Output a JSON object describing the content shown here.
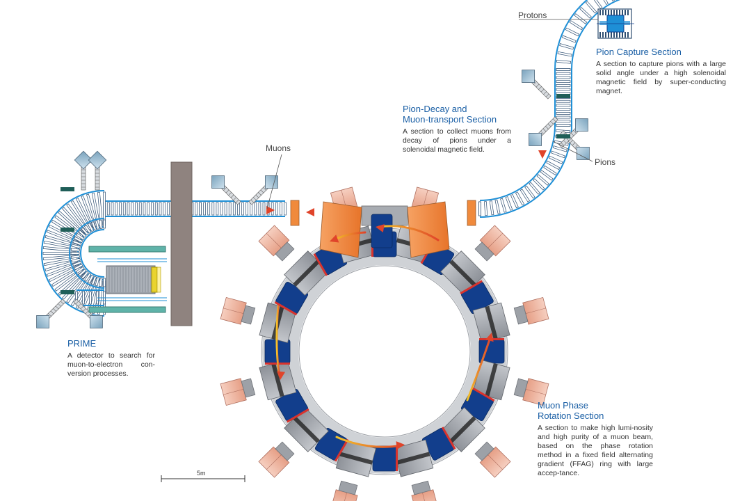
{
  "labels": {
    "protons": "Protons",
    "pions": "Pions",
    "muons": "Muons",
    "scale": "5m"
  },
  "sections": {
    "pion_capture": {
      "title": "Pion Capture Section",
      "description": "A section to capture pions with a large solid angle under a high solenoidal magnetic field by super-conducting magnet."
    },
    "pion_decay": {
      "title_line1": "Pion-Decay and",
      "title_line2": "Muon-transport Section",
      "description": "A section to collect muons from decay of pions under a solenoidal magnetic field."
    },
    "prime": {
      "title": "PRIME",
      "description": "A detector to search for muon-to-electron con-version processes."
    },
    "muon_phase": {
      "title_line1": "Muon Phase",
      "title_line2": "Rotation Section",
      "description": "A section to make high lumi-nosity and  high purity of a muon beam, based on the phase rotation method in a fixed field alternating gradient (FFAG) ring with large accep-tance."
    }
  },
  "colors": {
    "solenoid_blue": "#1e8fd6",
    "coil_dark": "#2d4d70",
    "label_blue": "#1a5fa5",
    "magnet_orange": "#f08a3c",
    "magnet_salmon": "#f1b8a2",
    "magnet_gray": "#a8acb2",
    "yoke_navy": "#123e8c",
    "shield_brown": "#8f837f",
    "arrow_red": "#e0442a",
    "arrow_yellow": "#f3c42a"
  }
}
